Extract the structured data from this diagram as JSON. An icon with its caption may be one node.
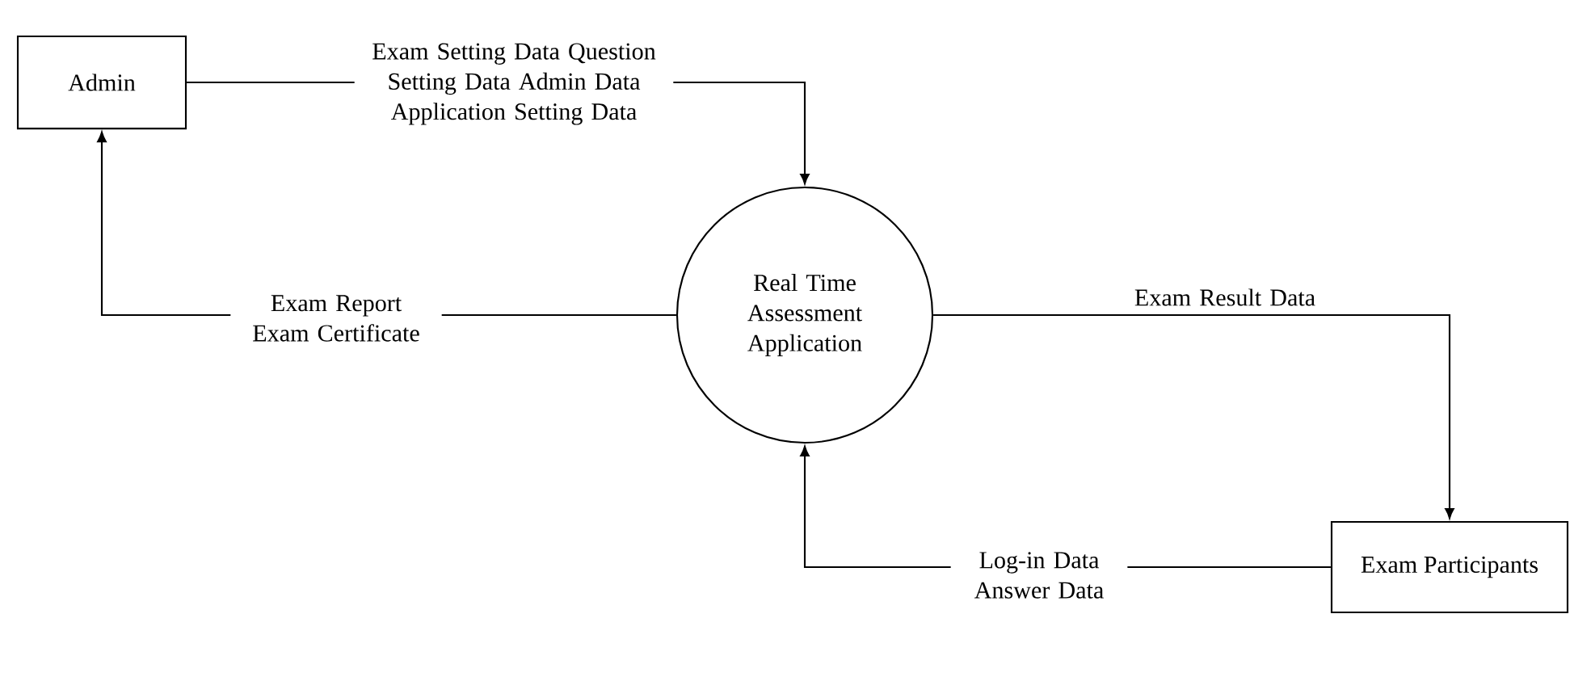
{
  "diagram": {
    "nodes": [
      {
        "text": [
          "Admin"
        ]
      },
      {
        "text": [
          "Real Time Assessment Application"
        ]
      },
      {
        "text": [
          "Exam Participants"
        ]
      }
    ],
    "edges": [
      {
        "from": 0,
        "to": 1,
        "arrow": "to",
        "label": "Exam Setting Data Question Setting Data Admin Data Application Setting Data"
      },
      {
        "from": 1,
        "to": 0,
        "arrow": "to",
        "label": "Exam Report Exam Certificate"
      },
      {
        "from": 1,
        "to": 2,
        "arrow": "to",
        "label": "Exam Result Data"
      },
      {
        "from": 2,
        "to": 1,
        "arrow": "to",
        "label": "Log-in Data Answer Data"
      }
    ]
  }
}
